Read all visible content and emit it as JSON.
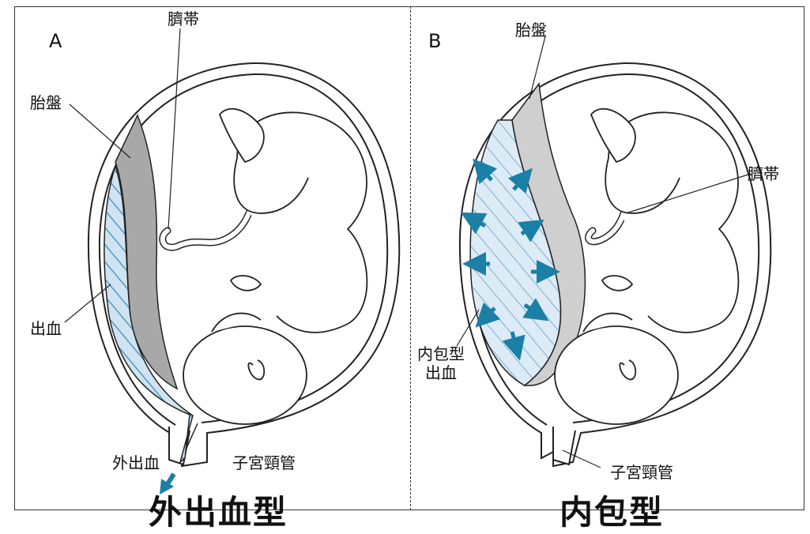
{
  "panel_a": {
    "letter": "A",
    "umbilical_cord": "臍帯",
    "placenta": "胎盤",
    "hemorrhage": "出血",
    "external_hemorrhage": "外出血",
    "cervical_canal": "子宮頸管",
    "caption": "外出血型"
  },
  "panel_b": {
    "letter": "B",
    "placenta": "胎盤",
    "umbilical_cord": "臍帯",
    "concealed_hemorrhage_line1": "内包型",
    "concealed_hemorrhage_line2": "出血",
    "cervical_canal": "子宮頸管",
    "caption": "内包型"
  },
  "colors": {
    "placenta_gray": "#a8a8a8",
    "placenta_light_gray": "#cfcfcf",
    "blood_blue": "#cfe3f1",
    "hatch_blue": "#3a8bbf",
    "arrow_blue": "#1b7fa6"
  },
  "icons": {
    "external_flow": "arrow-down-left-icon",
    "internal_flow": "arrow-icon"
  }
}
